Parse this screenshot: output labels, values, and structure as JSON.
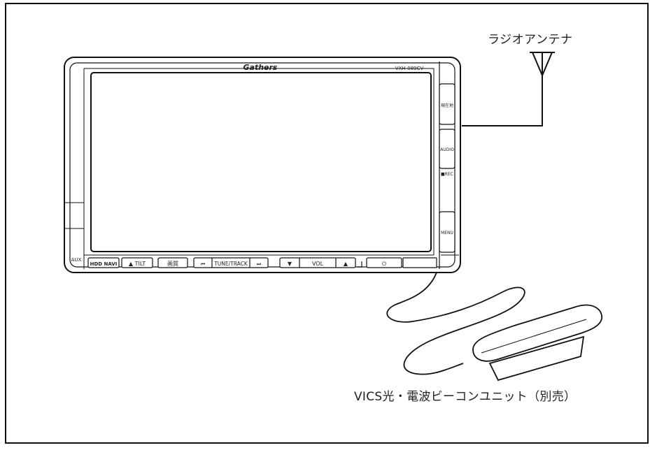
{
  "labels": {
    "antenna": "ラジオアンテナ",
    "vics_unit": "VICS光・電波ビーコンユニット（別売）"
  },
  "unit": {
    "brand": "Gathers",
    "model": "VXH-089CV",
    "side_buttons": [
      "現在地",
      "AUDIO",
      "MENU"
    ],
    "rec_label": "■REC",
    "aux_label": "AUX",
    "bottom_buttons": [
      "HDD NAVI",
      "▲ TILT",
      "画質",
      "⏮",
      "TUNE/TRACK",
      "⏭",
      "▼",
      "VOL",
      "▲",
      "⏻"
    ]
  }
}
